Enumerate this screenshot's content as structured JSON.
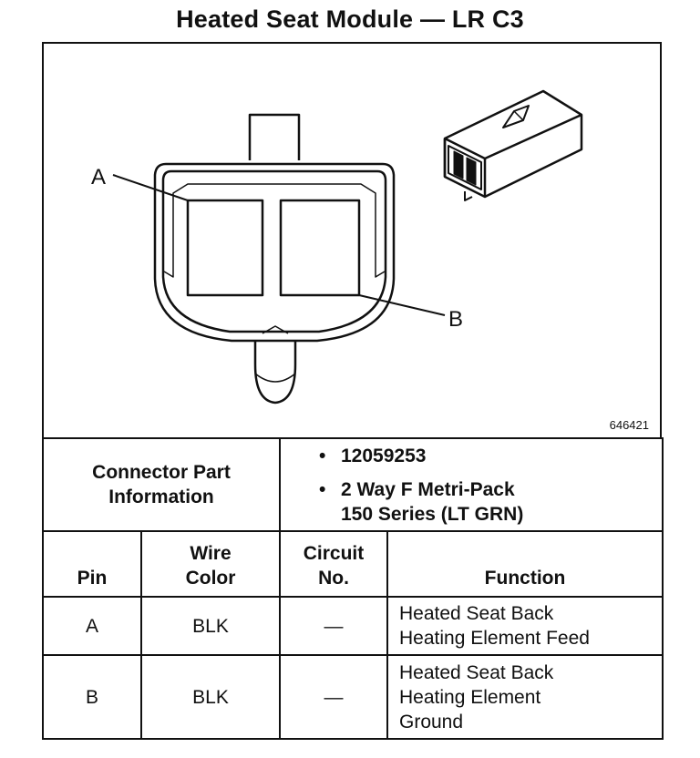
{
  "title": "Heated Seat Module — LR C3",
  "figure_id": "646421",
  "callouts": {
    "a": "A",
    "b": "B"
  },
  "connector_info": {
    "label_line1": "Connector Part",
    "label_line2": "Information",
    "part_number": "12059253",
    "description_line1": "2 Way F Metri-Pack",
    "description_line2": "150 Series (LT GRN)"
  },
  "headers": {
    "pin": "Pin",
    "wire_color_line1": "Wire",
    "wire_color_line2": "Color",
    "circuit_line1": "Circuit",
    "circuit_line2": "No.",
    "function": "Function"
  },
  "rows": [
    {
      "pin": "A",
      "wire_color": "BLK",
      "circuit": "—",
      "function_lines": [
        "Heated Seat Back",
        "Heating Element Feed"
      ]
    },
    {
      "pin": "B",
      "wire_color": "BLK",
      "circuit": "—",
      "function_lines": [
        "Heated Seat Back",
        "Heating Element",
        "Ground"
      ]
    }
  ]
}
